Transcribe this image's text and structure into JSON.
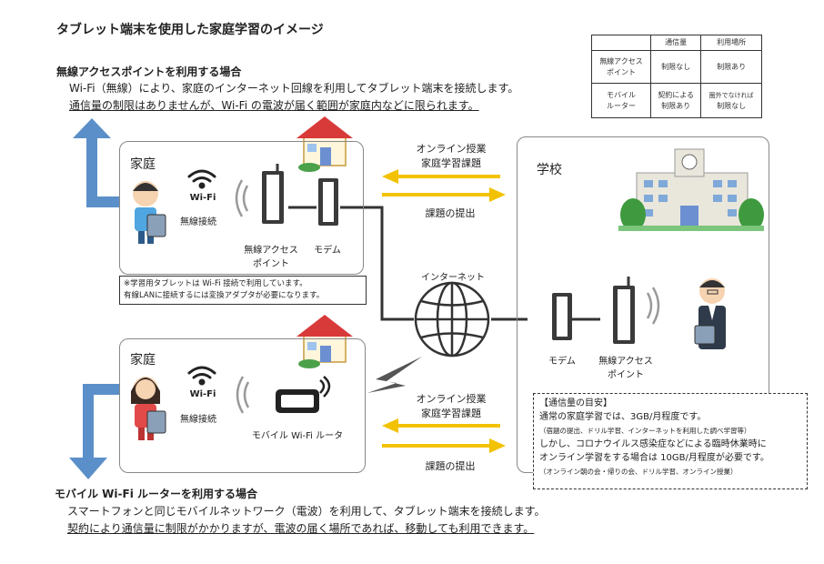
{
  "title": "タブレット端末を使用した家庭学習のイメージ",
  "wireless": {
    "heading": "無線アクセスポイントを利用する場合",
    "line1": "Wi-Fi（無線）により、家庭のインターネット回線を利用してタブレット端末を接続します。",
    "line2": "通信量の制限はありませんが、Wi-Fi の電波が届く範囲が家庭内などに限られます。"
  },
  "mobile": {
    "heading": "モバイル Wi-Fi ルーターを利用する場合",
    "line1": "スマートフォンと同じモバイルネットワーク（電波）を利用して、タブレット端末を接続します。",
    "line2": "契約により通信量に制限がかかりますが、電波の届く場所であれば、移動しても利用できます。"
  },
  "table": {
    "headers": [
      "",
      "通信量",
      "利用場所"
    ],
    "rows": [
      {
        "name_line1": "無線アクセス",
        "name_line2": "ポイント",
        "traffic_line1": "制限なし",
        "traffic_line2": "",
        "place_line1": "制限あり",
        "place_line2": ""
      },
      {
        "name_line1": "モバイル",
        "name_line2": "ルーター",
        "traffic_line1": "契約による",
        "traffic_line2": "制限あり",
        "place_line1": "圏外でなければ",
        "place_line2": "制限なし"
      }
    ]
  },
  "home1": {
    "label": "家庭",
    "wifi_label": "Wi-Fi",
    "wireless_conn": "無線接続",
    "ap_label_line1": "無線アクセス",
    "ap_label_line2": "ポイント",
    "modem_label": "モデム"
  },
  "home2": {
    "label": "家庭",
    "wifi_label": "Wi-Fi",
    "wireless_conn": "無線接続",
    "router_label": "モバイル Wi-Fi ルータ"
  },
  "note_box": {
    "line1": "※学習用タブレットは Wi-Fi 接続で利用しています。",
    "line2": "有線LANに接続するには変換アダプタが必要になります。"
  },
  "internet_label": "インターネット",
  "arrows_top": {
    "online_line1": "オンライン授業",
    "online_line2": "家庭学習課題",
    "submit": "課題の提出"
  },
  "arrows_bottom": {
    "online_line1": "オンライン授業",
    "online_line2": "家庭学習課題",
    "submit": "課題の提出"
  },
  "school": {
    "label": "学校",
    "modem_label": "モデム",
    "ap_label_line1": "無線アクセス",
    "ap_label_line2": "ポイント"
  },
  "traffic_box": {
    "heading": "【通信量の目安】",
    "line1": "通常の家庭学習では、3GB/月程度です。",
    "line2": "（宿題の提出、ドリル学習、インターネットを利用した調べ学習等）",
    "line3": "しかし、コロナウイルス感染症などによる臨時休業時に",
    "line4": "オンライン学習をする場合は 10GB/月程度が必要です。",
    "line5": "（オンライン朝の会・帰りの会、ドリル学習、オンライン授業）"
  },
  "colors": {
    "arrow_yellow": "#f2c200",
    "arrow_blue": "#5b8fc9",
    "device_dark": "#3a3a3a",
    "roof_red": "#d83a3a"
  }
}
